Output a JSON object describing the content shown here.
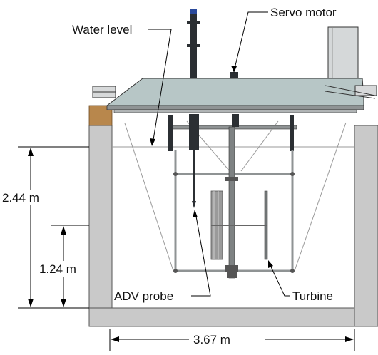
{
  "labels": {
    "servo_motor": "Servo motor",
    "water_level": "Water level",
    "adv_probe": "ADV probe",
    "turbine": "Turbine"
  },
  "dimensions": {
    "depth_total": "2.44 m",
    "depth_turbine": "1.24 m",
    "width": "3.67 m"
  },
  "colors": {
    "flume_wall": "#c9c9c9",
    "flume_outline": "#555555",
    "water": "#ffffff",
    "carriage_deck": "#b7c6c6",
    "frame": "#8f9394",
    "dark_part": "#2b2f33",
    "wood_rail": "#b8874c",
    "blade": "#9a9a9a"
  }
}
